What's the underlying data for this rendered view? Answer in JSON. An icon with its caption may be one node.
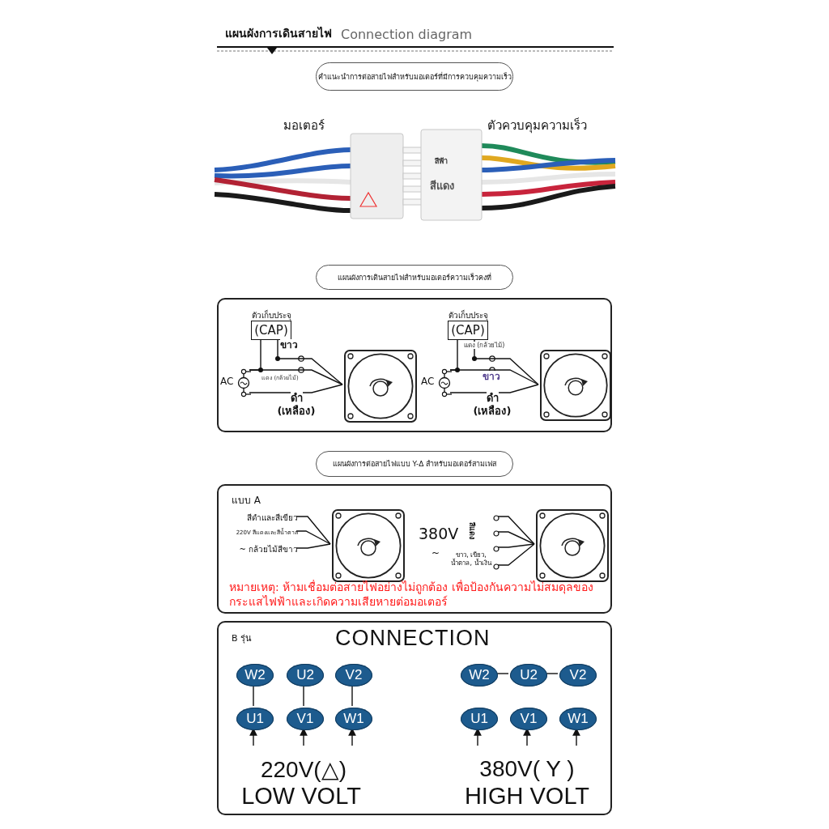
{
  "diagram": {
    "title": "แผนผังการเดินสายไฟ",
    "nodes": [
      {
        "text": [
          "คำแนะนำการต่อสายไฟสำหรับมอเตอร์ที่มีการควบคุมความเร็ว"
        ]
      },
      {
        "text": [
          "แผนผังการเดินสายไฟสำหรับมอเตอร์ความเร็วคงที่"
        ]
      },
      {
        "text": [],
        "shape": "box"
      },
      {
        "text": [
          "ตัวเก็บประจุ",
          "(CAP)"
        ],
        "in": 2
      },
      {
        "text": [
          "AC"
        ],
        "in": 2
      },
      {
        "text": [],
        "shape": "picture",
        "in": 2
      },
      {
        "text": [
          "ตัวเก็บประจุ",
          "(CAP)"
        ],
        "in": 2
      },
      {
        "text": [
          "AC"
        ],
        "in": 2
      },
      {
        "text": [],
        "shape": "picture",
        "in": 2
      },
      {
        "text": [
          "แผนผังการต่อสายไฟแบบ Y-Δ สำหรับมอเตอร์สามเฟส"
        ]
      },
      {
        "text": [
          "แบบ A"
        ]
      },
      {
        "text": [],
        "shape": "picture",
        "in": 10
      },
      {
        "text": [
          "สีดำและสีเขียว"
        ],
        "in": 10
      },
      {
        "text": [
          "220V สีแดงและสีน้ำตาล"
        ],
        "in": 10
      },
      {
        "text": [
          "~ กล้วยไม้สีขาว"
        ],
        "in": 10
      },
      {
        "text": [],
        "shape": "picture",
        "in": 10
      },
      {
        "text": [],
        "shape": "circle",
        "in": 10
      },
      {
        "text": [],
        "shape": "circle",
        "in": 10
      },
      {
        "text": [],
        "shape": "circle",
        "in": 10
      },
      {
        "text": [],
        "shape": "circle",
        "in": 10
      },
      {
        "text": [
          "B รุ่น",
          "CONNECTION"
        ]
      },
      {
        "text": [
          "W2"
        ],
        "in": 20
      },
      {
        "text": [
          "U2"
        ],
        "in": 20
      },
      {
        "text": [
          "V2"
        ],
        "in": 20
      },
      {
        "text": [
          "U1"
        ],
        "in": 20
      },
      {
        "text": [
          "V1"
        ],
        "in": 20
      },
      {
        "text": [
          "W1"
        ],
        "in": 20
      },
      {
        "text": [
          "W2"
        ],
        "in": 20
      },
      {
        "text": [
          "U2"
        ],
        "in": 20
      },
      {
        "text": [
          "V2"
        ],
        "in": 20
      },
      {
        "text": [
          "U1"
        ],
        "in": 20
      },
      {
        "text": [
          "V1"
        ],
        "in": 20
      },
      {
        "text": [
          "W1"
        ],
        "in": 20
      }
    ],
    "edges": [
      {
        "from": 4,
        "to": 5,
        "arrow": "none",
        "label": "แดง (กล้วยไม้)"
      },
      {
        "from": 3,
        "to": 5,
        "arrow": "none",
        "label": "ขาว"
      },
      {
        "from": 4,
        "to": 5,
        "arrow": "none",
        "label": "ดำ (เหลือง)"
      },
      {
        "from": 3,
        "to": 4,
        "arrow": "none"
      },
      {
        "from": 6,
        "to": 8,
        "arrow": "none",
        "label": "แดง (กล้วยไม้)"
      },
      {
        "from": 7,
        "to": 8,
        "arrow": "none",
        "label": "ขาว"
      },
      {
        "from": 7,
        "to": 8,
        "arrow": "none",
        "label": "ดำ (เหลือง)"
      },
      {
        "from": 6,
        "to": 7,
        "arrow": "none"
      },
      {
        "from": 12,
        "to": 11,
        "arrow": "none"
      },
      {
        "from": 13,
        "to": 11,
        "arrow": "none"
      },
      {
        "from": 14,
        "to": 11,
        "arrow": "none"
      },
      {
        "from": 16,
        "to": 15,
        "arrow": "none"
      },
      {
        "from": 17,
        "to": 15,
        "arrow": "none"
      },
      {
        "from": 18,
        "to": 15,
        "arrow": "none"
      },
      {
        "from": 19,
        "to": 15,
        "arrow": "none"
      },
      {
        "from": 21,
        "to": 24,
        "arrow": "none"
      },
      {
        "from": 22,
        "to": 25,
        "arrow": "none"
      },
      {
        "from": 23,
        "to": 26,
        "arrow": "none"
      },
      {
        "from": 27,
        "to": 28,
        "arrow": "none"
      },
      {
        "from": 28,
        "to": 29,
        "arrow": "none"
      },
      {
        "from": null,
        "to": 24,
        "arrow": "to"
      },
      {
        "from": null,
        "to": 25,
        "arrow": "to"
      },
      {
        "from": null,
        "to": 26,
        "arrow": "to"
      },
      {
        "from": null,
        "to": 30,
        "arrow": "to"
      },
      {
        "from": null,
        "to": 31,
        "arrow": "to"
      },
      {
        "from": null,
        "to": 32,
        "arrow": "to"
      }
    ],
    "labels": [
      "Connection diagram",
      "มอเตอร์",
      "ตัวควบคุมความเร็ว",
      "สีฟ้า",
      "สีแดง",
      "380V",
      "สีแดง",
      "~",
      "ขาว, เขียว, น้ำตาล, น้ำเงิน",
      "หมายเหตุ: ห้ามเชื่อมต่อสายไฟอย่างไม่ถูกต้อง เพื่อป้องกันความไม่สมดุลของกระแสไฟฟ้าและเกิดความเสียหายต่อมอเตอร์",
      "220V(△)",
      "LOW VOLT",
      "380V( Y )",
      "HIGH VOLT"
    ]
  }
}
